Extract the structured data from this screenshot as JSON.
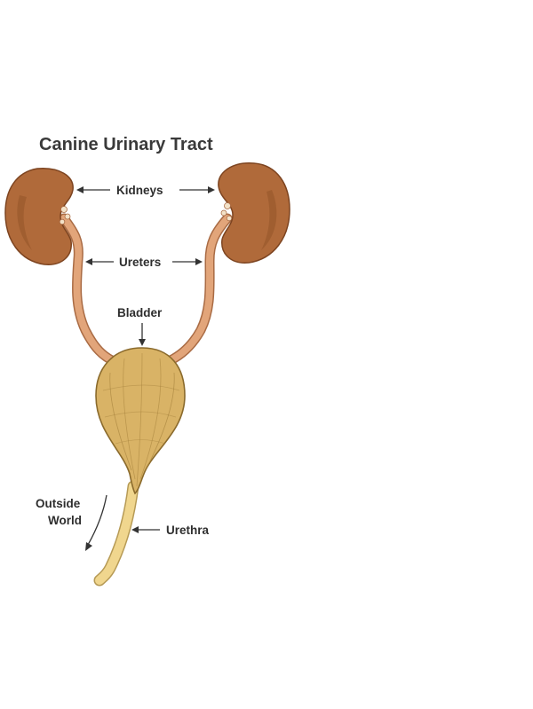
{
  "diagram": {
    "title": "Canine Urinary Tract",
    "labels": {
      "kidneys": "Kidneys",
      "ureters": "Ureters",
      "bladder": "Bladder",
      "outside_line1": "Outside",
      "outside_line2": "World",
      "urethra": "Urethra"
    },
    "colors": {
      "kidney": "#b06a3a",
      "kidney_shadow": "#8f4f26",
      "ureter": "#e2a57a",
      "ureter_edge": "#a96b44",
      "bladder": "#d9b366",
      "bladder_edge": "#8a6a2c",
      "urethra": "#f0d68e",
      "urethra_edge": "#b69a55",
      "text": "#2e2e2e",
      "title": "#3a3a3a"
    }
  }
}
